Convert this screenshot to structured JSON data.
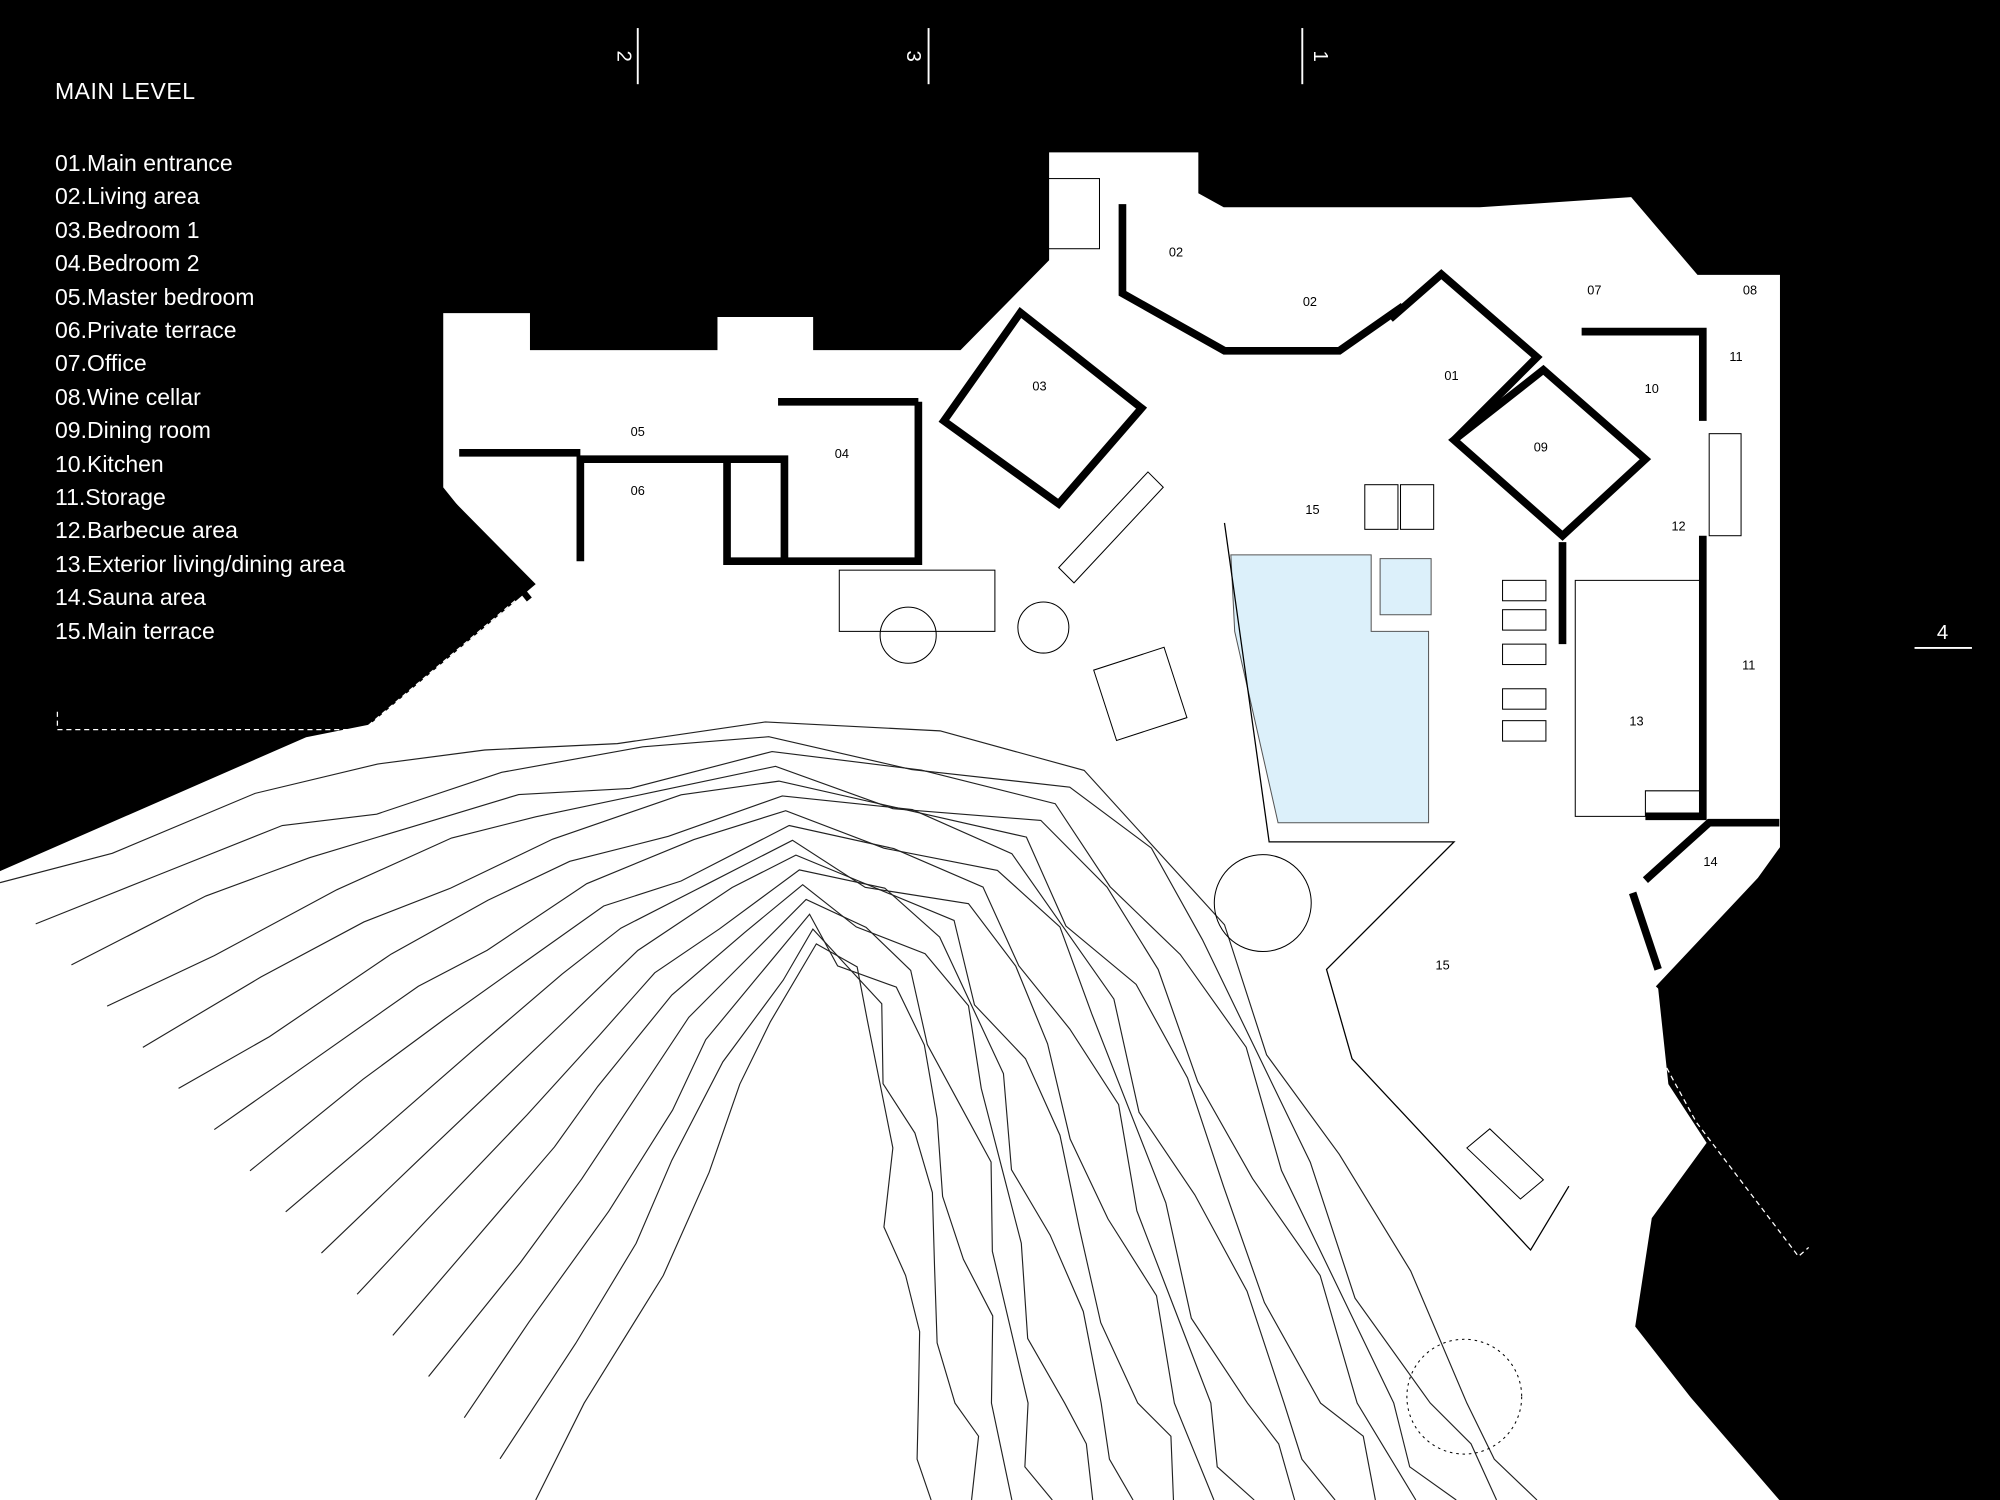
{
  "legend": {
    "title": "MAIN LEVEL",
    "items": [
      "01.Main entrance",
      "02.Living area",
      "03.Bedroom 1",
      "04.Bedroom 2",
      "05.Master bedroom",
      "06.Private terrace",
      "07.Office",
      "08.Wine cellar",
      "09.Dining room",
      "10.Kitchen",
      "11.Storage",
      "12.Barbecue area",
      "13.Exterior living/dining area",
      "14.Sauna area",
      "15.Main terrace"
    ]
  },
  "grid_markers": [
    "2",
    "3",
    "1",
    "4"
  ],
  "rooms": {
    "r01": "01",
    "r02a": "02",
    "r02b": "02",
    "r03": "03",
    "r04": "04",
    "r05": "05",
    "r06": "06",
    "r07": "07",
    "r08": "08",
    "r09": "09",
    "r10": "10",
    "r11a": "11",
    "r11b": "11",
    "r12": "12",
    "r13": "13",
    "r14": "14",
    "r15a": "15",
    "r15b": "15"
  },
  "colors": {
    "background": "#000000",
    "land": "#ffffff",
    "pool": "#dcf0fa",
    "walls": "#000000"
  }
}
